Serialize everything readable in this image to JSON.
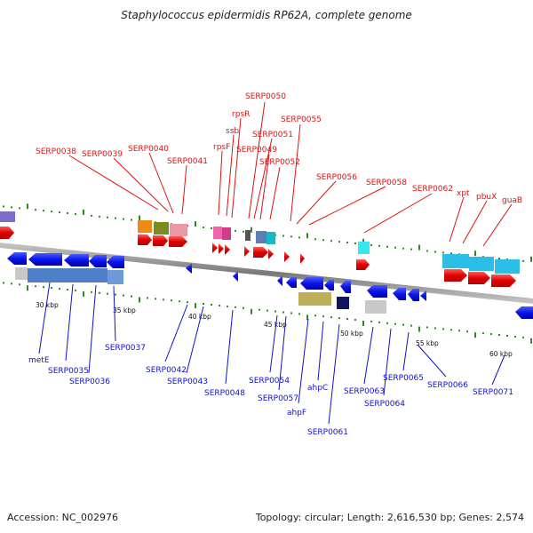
{
  "title": "Staphylococcus epidermidis RP62A, complete genome",
  "footer": {
    "accession": "Accession: NC_002976",
    "summary": "Topology: circular; Length: 2,616,530 bp; Genes: 2,574"
  },
  "ticks": [
    "30 kbp",
    "35 kbp",
    "40 kbp",
    "45 kbp",
    "50 kbp",
    "55 kbp",
    "60 kbp"
  ],
  "top_labels": [
    "SERP0038",
    "SERP0039",
    "SERP0040",
    "SERP0041",
    "rpsF",
    "ssb",
    "rpsR",
    "SERP0050",
    "SERP0051",
    "SERP0049",
    "SERP0052",
    "SERP0055",
    "SERP0056",
    "SERP0058",
    "SERP0062",
    "xpt",
    "pbuX",
    "guaB"
  ],
  "bottom_labels": [
    "metE",
    "SERP0035",
    "SERP0036",
    "SERP0037",
    "SERP0042",
    "SERP0043",
    "SERP0048",
    "SERP0054",
    "SERP0057",
    "ahpF",
    "ahpC",
    "SERP0061",
    "SERP0063",
    "SERP0064",
    "SERP0065",
    "SERP0066",
    "SERP0071"
  ],
  "colors": {
    "forward": "#dd1111",
    "reverse": "#1111cc",
    "tick_green": "#2e8b22",
    "backbone": "#888888"
  }
}
